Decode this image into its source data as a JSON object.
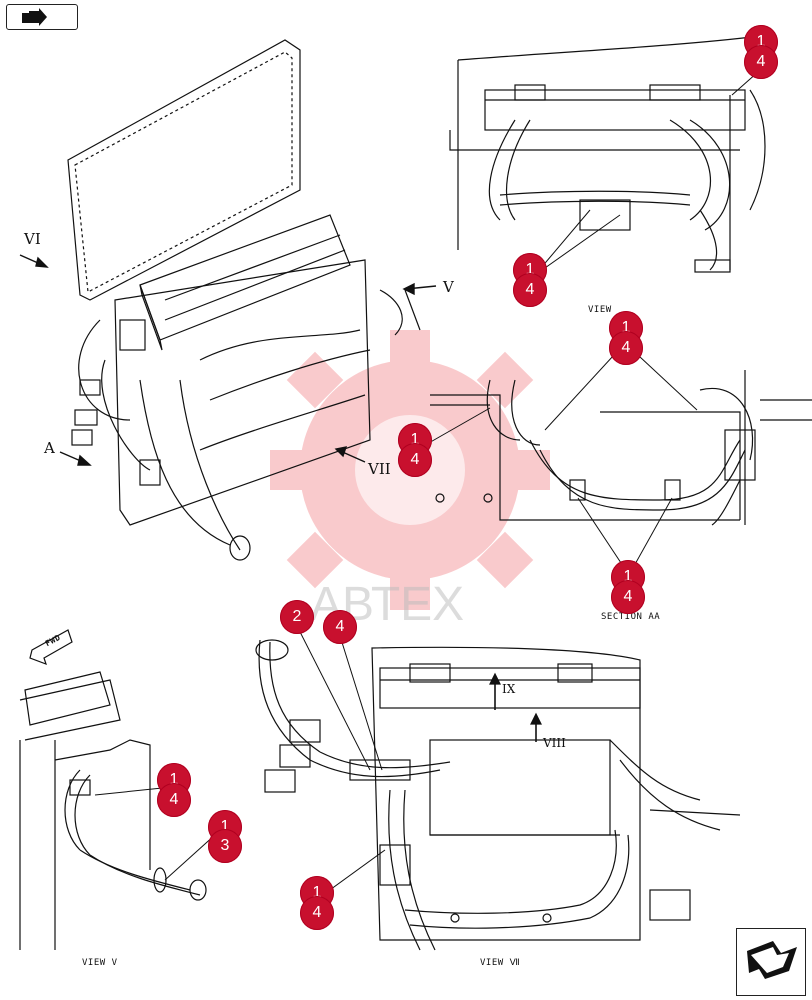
{
  "nav": {
    "top_left_icon": "book-arrow-icon",
    "bottom_right_icon": "next-page-arrow-icon"
  },
  "watermark": {
    "text": "АВТЕХ",
    "color": "#e8151b"
  },
  "colors": {
    "callout": "#c8102e",
    "line": "#111111"
  },
  "view_labels": {
    "view_top": "VIEW ",
    "section_aa": "SECTION AA",
    "view_v": "VIEW V",
    "view_vii": "VIEW Ⅶ"
  },
  "direction_markers": {
    "vi": "VI",
    "v": "V",
    "a": "A",
    "vii": "VII",
    "ix": "IX",
    "viii": "VIII",
    "fwd": "FWD"
  },
  "callouts": [
    {
      "primary": "1",
      "secondary": "4"
    },
    {
      "primary": "1",
      "secondary": "4"
    },
    {
      "primary": "1",
      "secondary": "4"
    },
    {
      "primary": "1",
      "secondary": "4"
    },
    {
      "primary": "1",
      "secondary": "4"
    },
    {
      "primary": "1",
      "secondary": "4"
    },
    {
      "primary": "1",
      "secondary": "3"
    },
    {
      "primary": "2",
      "secondary": ""
    },
    {
      "primary": "4",
      "secondary": ""
    },
    {
      "primary": "1",
      "secondary": "4"
    }
  ]
}
